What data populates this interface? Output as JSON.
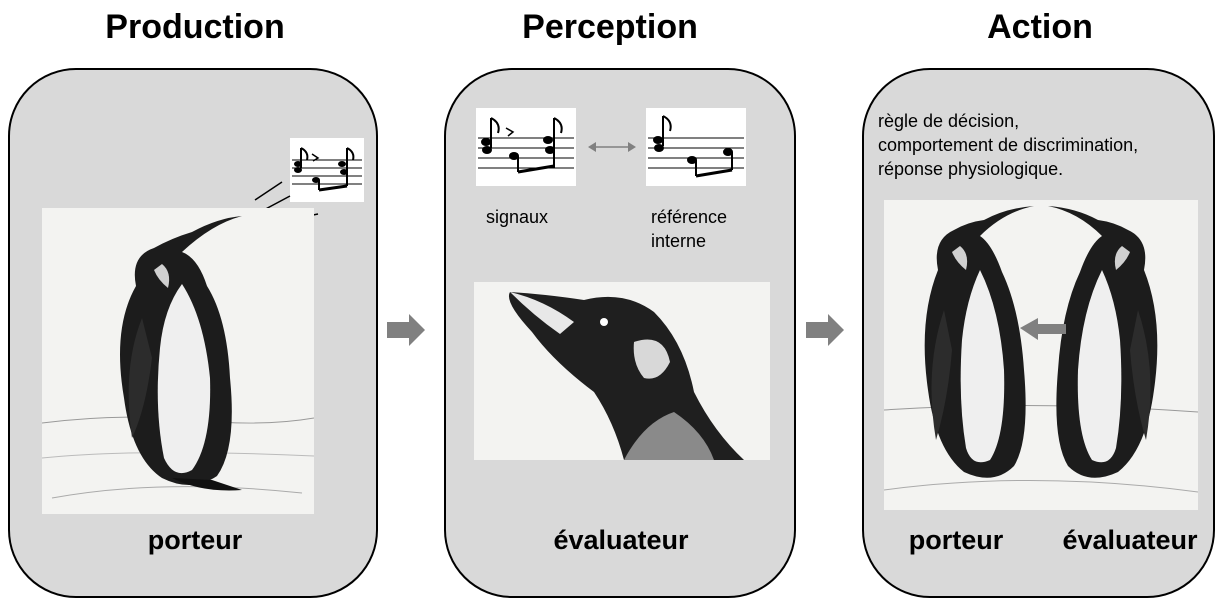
{
  "headings": {
    "production": "Production",
    "perception": "Perception",
    "action": "Action"
  },
  "production": {
    "label": "porteur"
  },
  "perception": {
    "signals_label": "signaux",
    "reference_label_line1": "référence",
    "reference_label_line2": "interne",
    "label": "évaluateur"
  },
  "action": {
    "text_line1": "règle de décision,",
    "text_line2": "comportement de discrimination,",
    "text_line3": "réponse physiologique.",
    "label_left": "porteur",
    "label_right": "évaluateur"
  },
  "colors": {
    "panel": "#d9d9d9",
    "arrow": "#808080",
    "outline": "#000000"
  },
  "icons": [
    "music-notes-icon",
    "penguin-illustration",
    "flow-arrow-icon",
    "double-arrow-icon"
  ]
}
